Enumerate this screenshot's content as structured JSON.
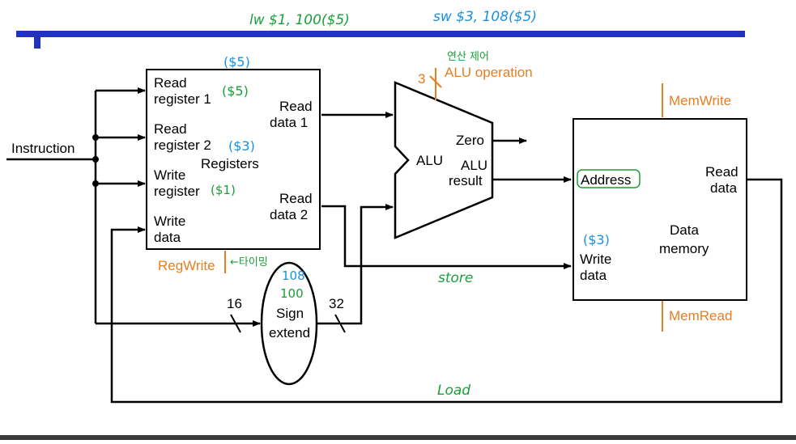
{
  "colors": {
    "wire": "#000000",
    "control": "#e67e22",
    "annotation_blue": "#1a8fe0",
    "annotation_green": "#1a9e3a",
    "title_blue": "#2233bb",
    "footer": "#3a3a3a"
  },
  "title_fragment": "",
  "annotations": {
    "lw_instr": "lw $1, 100($5)",
    "sw_instr": "sw $3, 108($5)",
    "rs_top": "($5)",
    "rs": "($5)",
    "rt": "($3)",
    "rd": "($1)",
    "timing_arrow": "←타이밍",
    "op_note": "연산 제어",
    "imm_sw": "108",
    "imm_lw": "100",
    "store": "store",
    "load": "Load",
    "mem_write_data": "($3)"
  },
  "instruction_label": "Instruction",
  "registers": {
    "title": "Registers",
    "read_reg1": [
      "Read",
      "register 1"
    ],
    "read_reg2": [
      "Read",
      "register 2"
    ],
    "write_reg": [
      "Write",
      "register"
    ],
    "write_data": [
      "Write",
      "data"
    ],
    "read_data1": [
      "Read",
      "data 1"
    ],
    "read_data2": [
      "Read",
      "data 2"
    ]
  },
  "alu": {
    "label": "ALU",
    "zero": "Zero",
    "result": [
      "ALU",
      "result"
    ],
    "op_bits": "3",
    "operation": "ALU operation"
  },
  "sign_extend": {
    "label": [
      "Sign",
      "extend"
    ],
    "in_bits": "16",
    "out_bits": "32"
  },
  "data_memory": {
    "address": "Address",
    "read_data": [
      "Read",
      "data"
    ],
    "write_data": [
      "Write",
      "data"
    ],
    "title": [
      "Data",
      "memory"
    ],
    "mem_write": "MemWrite",
    "mem_read": "MemRead"
  },
  "reg_write": "RegWrite"
}
